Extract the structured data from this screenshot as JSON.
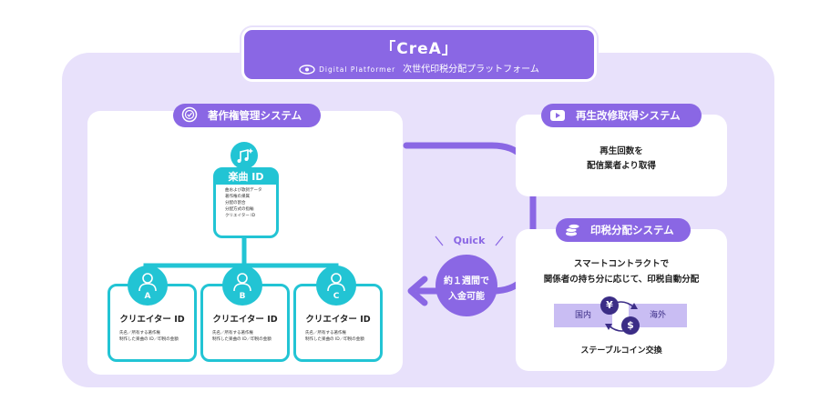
{
  "header": {
    "title": "「CreA」",
    "brand": "Digital Platformer",
    "subtitle": "次世代印税分配プラットフォーム"
  },
  "copyright_system": {
    "label": "著作権管理システム",
    "icon": "award-ribbon-icon",
    "song": {
      "icon": "music-note-icon",
      "header": "楽曲 ID",
      "lines": [
        "曲および歌詞データ",
        "著作権の帰属",
        "分配の割合",
        "分配方式の指輸",
        "クリエイター ID"
      ]
    },
    "creators": [
      {
        "letter": "A",
        "label": "クリエイター ID",
        "lines": [
          "氏名／所有する著作権",
          "制作した楽曲の ID／印税の金額"
        ]
      },
      {
        "letter": "B",
        "label": "クリエイター ID",
        "lines": [
          "氏名／所有する著作権",
          "制作した楽曲の ID／印税の金額"
        ]
      },
      {
        "letter": "C",
        "label": "クリエイター ID",
        "lines": [
          "氏名／所有する著作権",
          "制作した楽曲の ID／印税の金額"
        ]
      }
    ]
  },
  "flow": {
    "quick_label": "Quick",
    "bubble_line1": "約１週間で",
    "bubble_line2": "入金可能"
  },
  "playback_system": {
    "label": "再生改修取得システム",
    "icon": "play-icon",
    "line1": "再生回数を",
    "line2": "配信業者より取得"
  },
  "royalty_system": {
    "label": "印税分配システム",
    "icon": "coins-icon",
    "line1": "スマートコントラクトで",
    "line2": "関係者の持ち分に応じて、印税自動分配",
    "domestic": "国内",
    "overseas": "海外",
    "yen": "¥",
    "dollar": "$",
    "exchange": "ステーブルコイン交換"
  },
  "colors": {
    "purple": "#8a67e4",
    "light_purple": "#e8e1fb",
    "cyan": "#22c4d4"
  }
}
